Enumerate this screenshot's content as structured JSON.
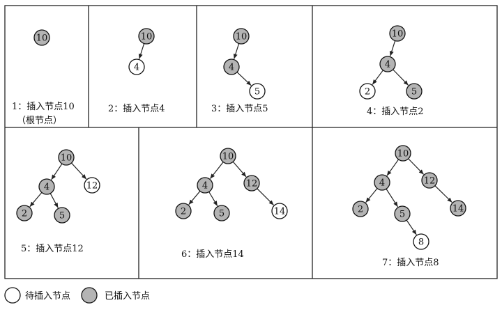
{
  "colors": {
    "pending_fill": "#ffffff",
    "inserted_fill": "#b4b4b4"
  },
  "panels": [
    {
      "caption": [
        "1：插入节点10",
        "（根节点）"
      ],
      "nodes": [
        {
          "label": "10",
          "state": "inserted"
        }
      ],
      "edges": []
    },
    {
      "caption": [
        "2：插入节点4"
      ],
      "nodes": [
        {
          "label": "10",
          "state": "inserted"
        },
        {
          "label": "4",
          "state": "pending"
        }
      ],
      "edges": [
        [
          0,
          1
        ]
      ]
    },
    {
      "caption": [
        "3：插入节点5"
      ],
      "nodes": [
        {
          "label": "10",
          "state": "inserted"
        },
        {
          "label": "4",
          "state": "inserted"
        },
        {
          "label": "5",
          "state": "pending"
        }
      ],
      "edges": [
        [
          0,
          1
        ],
        [
          1,
          2
        ]
      ]
    },
    {
      "caption": [
        "4：插入节点2"
      ],
      "nodes": [
        {
          "label": "10",
          "state": "inserted"
        },
        {
          "label": "4",
          "state": "inserted"
        },
        {
          "label": "2",
          "state": "pending"
        },
        {
          "label": "5",
          "state": "inserted"
        }
      ],
      "edges": [
        [
          0,
          1
        ],
        [
          1,
          2
        ],
        [
          1,
          3
        ]
      ]
    },
    {
      "caption": [
        "5：插入节点12"
      ],
      "nodes": [
        {
          "label": "10",
          "state": "inserted"
        },
        {
          "label": "4",
          "state": "inserted"
        },
        {
          "label": "12",
          "state": "pending"
        },
        {
          "label": "2",
          "state": "inserted"
        },
        {
          "label": "5",
          "state": "inserted"
        }
      ],
      "edges": [
        [
          0,
          1
        ],
        [
          0,
          2
        ],
        [
          1,
          3
        ],
        [
          1,
          4
        ]
      ]
    },
    {
      "caption": [
        "6：插入节点14"
      ],
      "nodes": [
        {
          "label": "10",
          "state": "inserted"
        },
        {
          "label": "4",
          "state": "inserted"
        },
        {
          "label": "12",
          "state": "inserted"
        },
        {
          "label": "2",
          "state": "inserted"
        },
        {
          "label": "5",
          "state": "inserted"
        },
        {
          "label": "14",
          "state": "pending"
        }
      ],
      "edges": [
        [
          0,
          1
        ],
        [
          0,
          2
        ],
        [
          1,
          3
        ],
        [
          1,
          4
        ],
        [
          2,
          5
        ]
      ]
    },
    {
      "caption": [
        "7：插入节点8"
      ],
      "nodes": [
        {
          "label": "10",
          "state": "inserted"
        },
        {
          "label": "4",
          "state": "inserted"
        },
        {
          "label": "12",
          "state": "inserted"
        },
        {
          "label": "2",
          "state": "inserted"
        },
        {
          "label": "5",
          "state": "inserted"
        },
        {
          "label": "14",
          "state": "inserted"
        },
        {
          "label": "8",
          "state": "pending"
        }
      ],
      "edges": [
        [
          0,
          1
        ],
        [
          0,
          2
        ],
        [
          1,
          3
        ],
        [
          1,
          4
        ],
        [
          2,
          5
        ],
        [
          4,
          6
        ]
      ]
    }
  ],
  "legend": {
    "pending_label": "待插入节点",
    "inserted_label": "已插入节点"
  }
}
